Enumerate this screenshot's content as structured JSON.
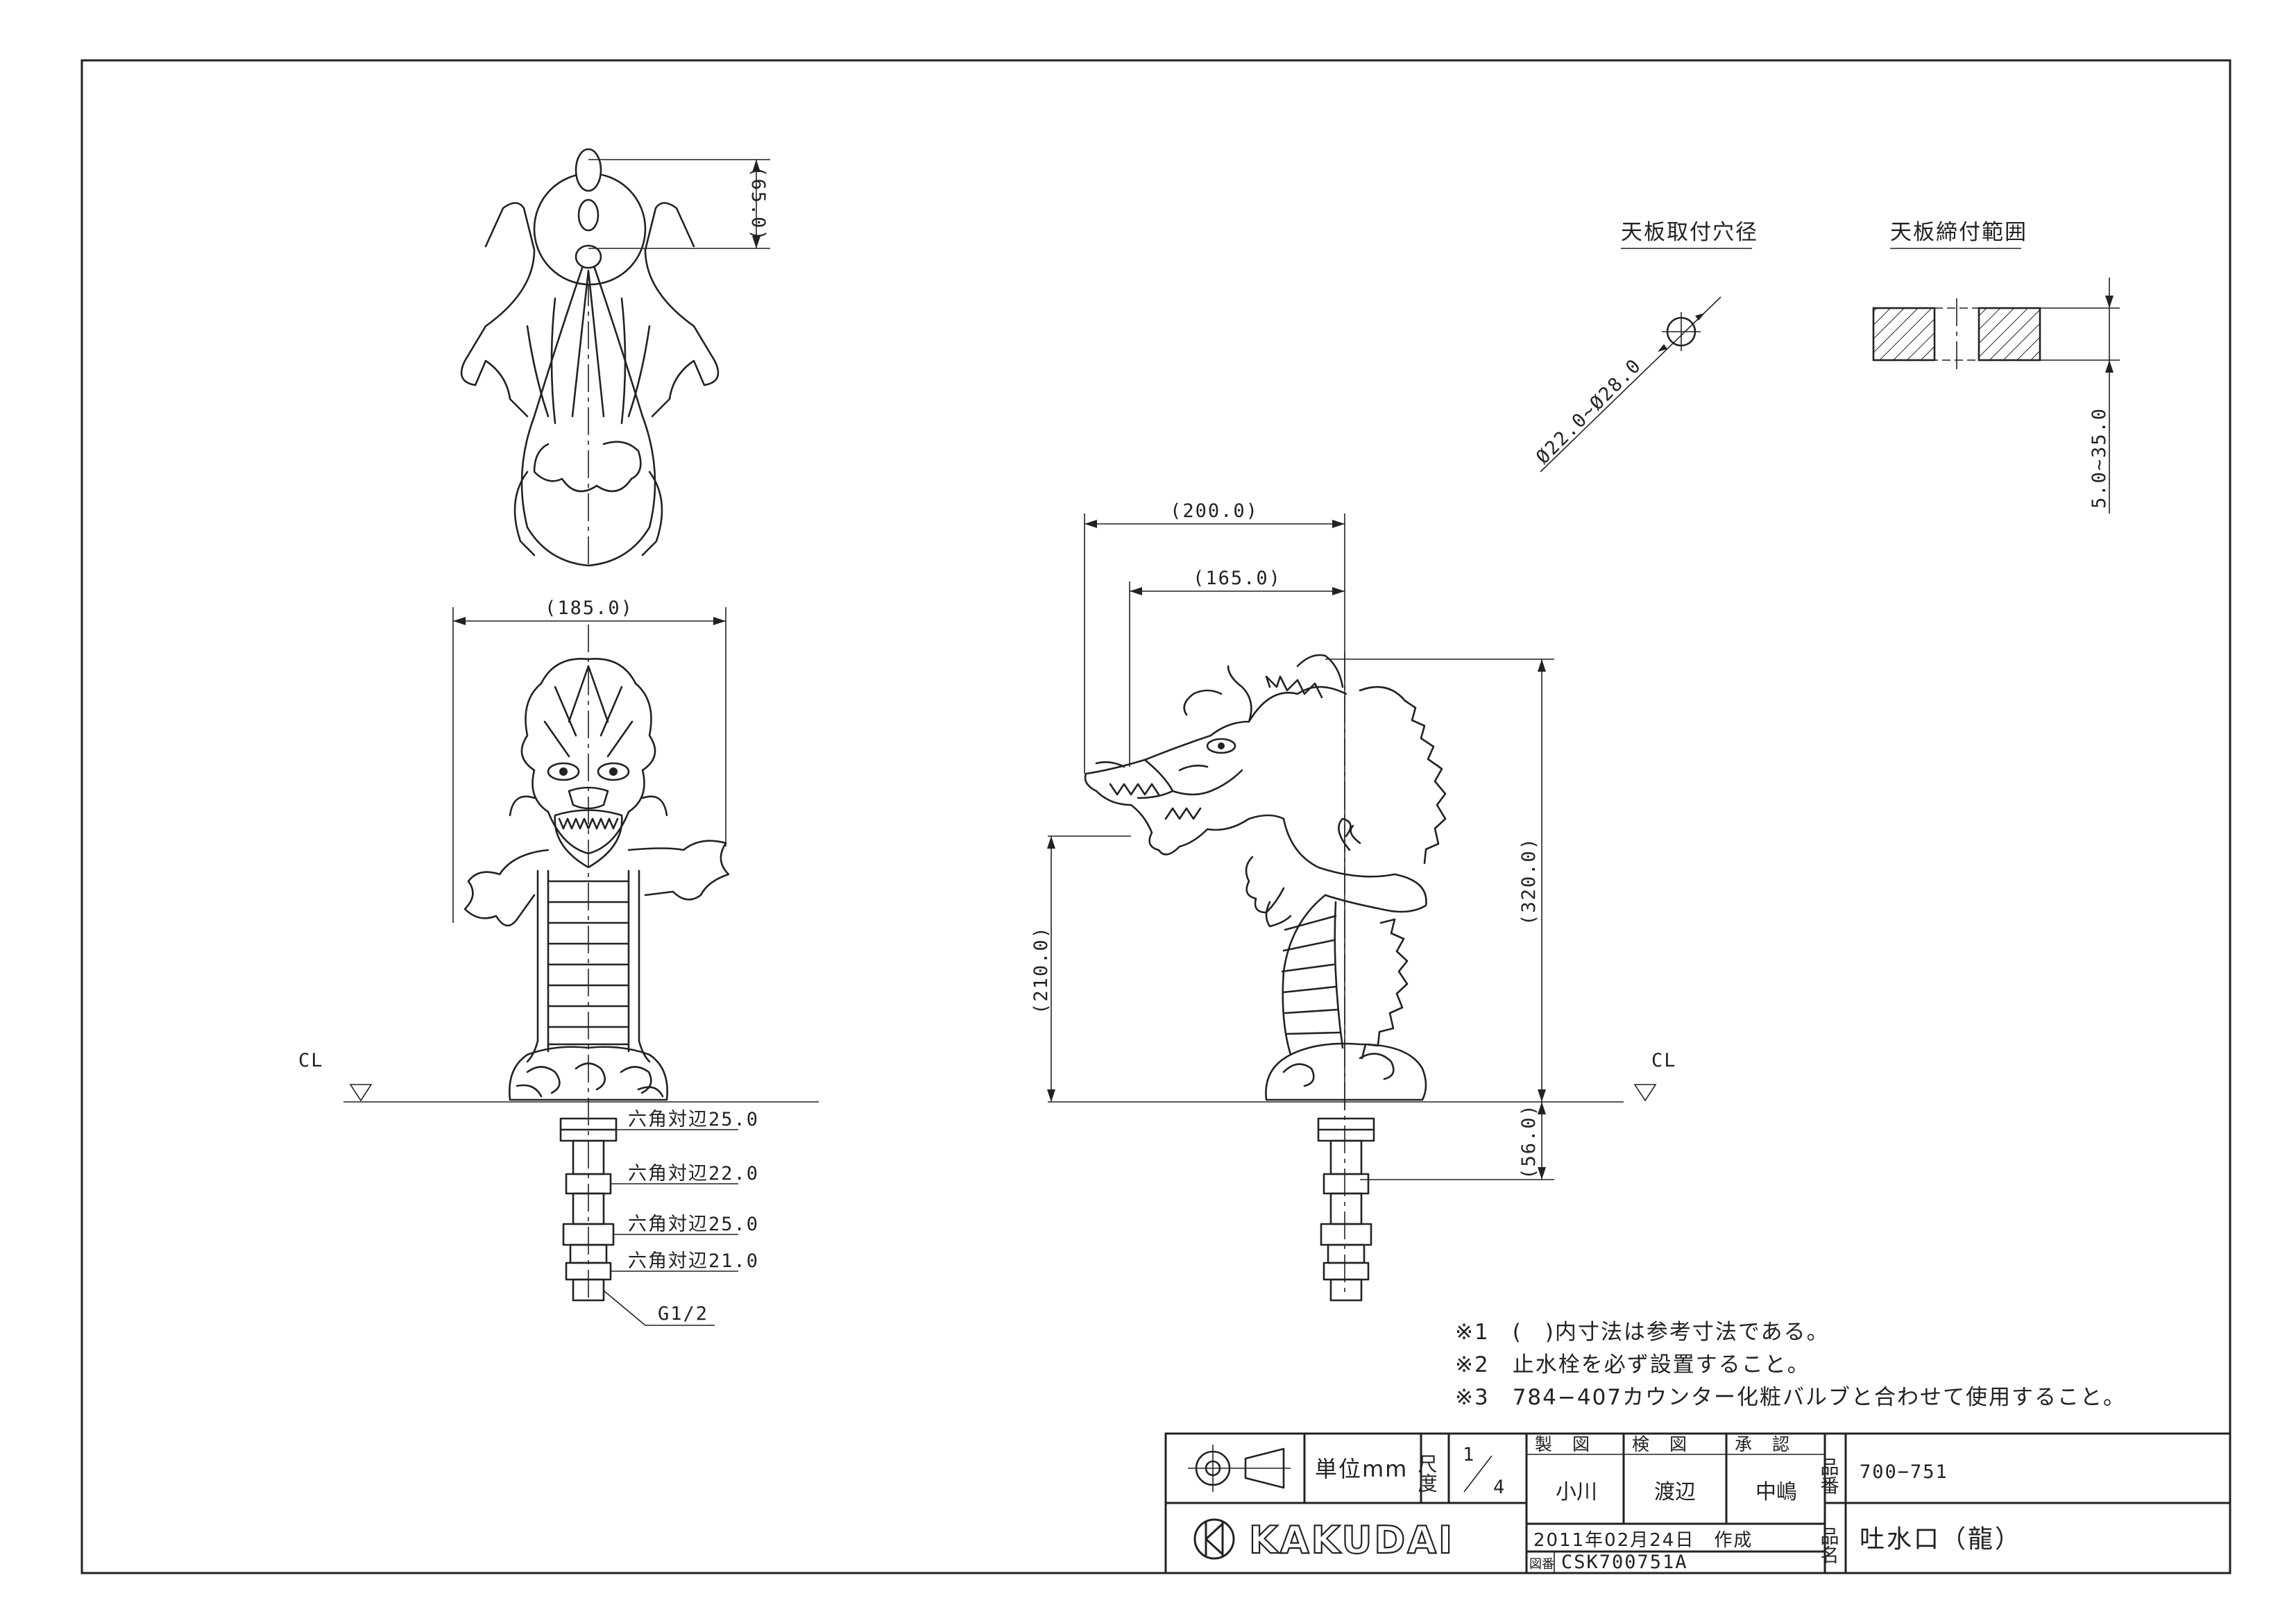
{
  "views": {
    "top": {
      "dim_height": "(65.0)"
    },
    "front": {
      "dim_width": "(185.0)",
      "cl_label": "CL",
      "hex_labels": [
        "六角対辺25.0",
        "六角対辺22.0",
        "六角対辺25.0",
        "六角対辺21.0"
      ],
      "thread_label": "G1/2"
    },
    "side": {
      "dim_width_total": "(200.0)",
      "dim_width_spout": "(165.0)",
      "dim_height_total": "(320.0)",
      "dim_height_spout": "(210.0)",
      "dim_below": "(56.0)",
      "cl_label": "CL"
    }
  },
  "mounting_hole": {
    "title": "天板取付穴径",
    "diameter": "Ø22.0~Ø28.0"
  },
  "tightening_range": {
    "title": "天板締付範囲",
    "thickness": "5.0~35.0"
  },
  "notes": [
    "※1　(　)内寸法は参考寸法である。",
    "※2　止水栓を必ず設置すること。",
    "※3　784−407カウンター化粧バルブと合わせて使用すること。"
  ],
  "title_block": {
    "unit_label": "単位mm",
    "scale_label": "尺度",
    "scale_num": "1",
    "scale_den": "4",
    "drawn_label": "製　図",
    "checked_label": "検　図",
    "approved_label": "承　認",
    "drawn_by": "小川",
    "checked_by": "渡辺",
    "approved_by": "中嶋",
    "date": "2011年02月24日　作成",
    "drawing_no_label": "図番",
    "drawing_no": "CSK700751A",
    "part_no_label": "品番",
    "part_no": "700−751",
    "part_name_label": "品名",
    "part_name": "吐水口（龍）",
    "company": "KAKUDAI"
  }
}
